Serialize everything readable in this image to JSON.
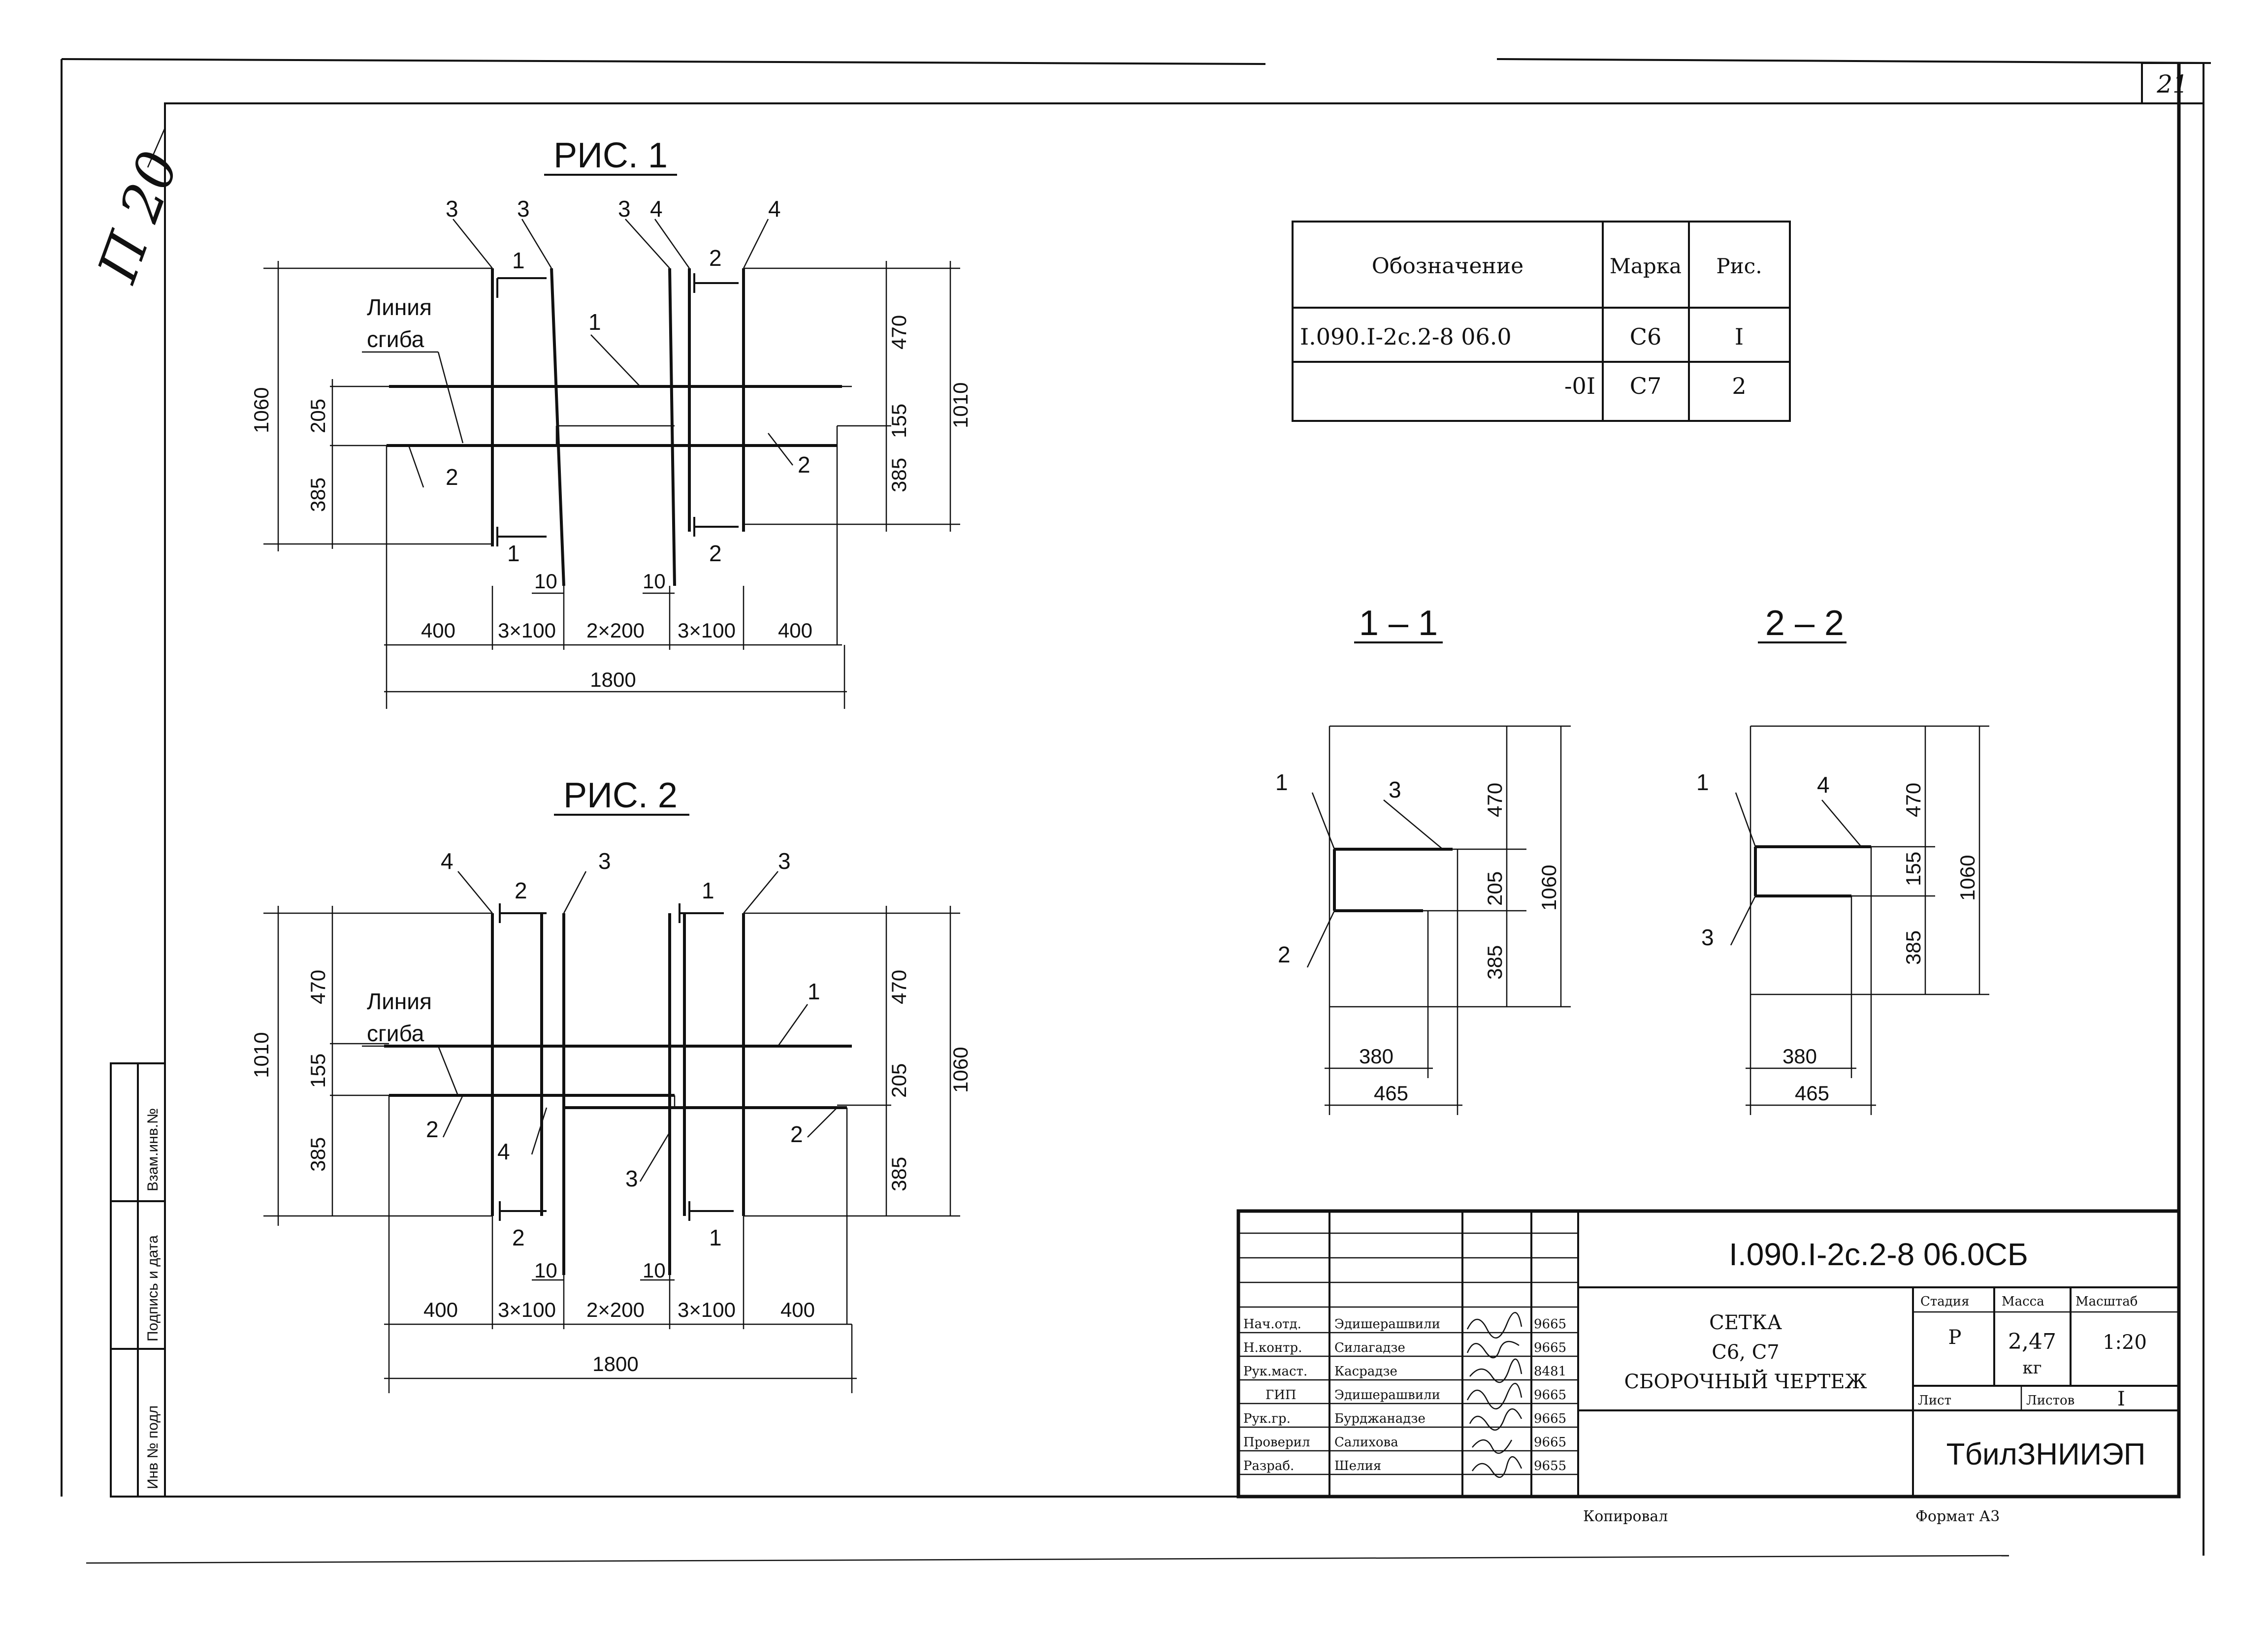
{
  "sheet": {
    "page_number": "21",
    "side_note": "П 20",
    "bottom_notes": {
      "copied": "Копировал",
      "format": "Формат А3"
    }
  },
  "fig1": {
    "title": "РИС. 1",
    "bend_line": [
      "Линия",
      "сгиба"
    ],
    "left_dims": [
      "1060",
      "205",
      "385"
    ],
    "right_dims": [
      "470",
      "155",
      "385",
      "1010"
    ],
    "bottom_dims": [
      "400",
      "3×100",
      "2×200",
      "3×100",
      "400"
    ],
    "total": "1800",
    "small_dims": [
      "10",
      "10"
    ],
    "leaders": [
      "3",
      "3",
      "3",
      "4",
      "4",
      "1",
      "2",
      "2"
    ],
    "section_marks": [
      "1",
      "1",
      "2",
      "2"
    ]
  },
  "fig2": {
    "title": "РИС. 2",
    "bend_line": [
      "Линия",
      "сгиба"
    ],
    "left_dims": [
      "1010",
      "470",
      "155",
      "385"
    ],
    "right_dims": [
      "470",
      "1060",
      "205",
      "385"
    ],
    "bottom_dims": [
      "400",
      "3×100",
      "2×200",
      "3×100",
      "400"
    ],
    "total": "1800",
    "small_dims": [
      "10",
      "10"
    ],
    "leaders": [
      "4",
      "3",
      "3",
      "1",
      "2",
      "4",
      "3",
      "2"
    ],
    "section_marks": [
      "2",
      "1",
      "2",
      "1"
    ]
  },
  "spec_table": {
    "headers": [
      "Обозначение",
      "Марка",
      "Рис."
    ],
    "rows": [
      [
        "I.090.I-2c.2-8 06.0",
        "С6",
        "I"
      ],
      [
        "-0I",
        "С7",
        "2"
      ]
    ]
  },
  "section1": {
    "title": "1 – 1",
    "labels": [
      "1",
      "3",
      "2"
    ],
    "right_dims": [
      "470",
      "205",
      "385",
      "1060"
    ],
    "bottom_dims": [
      "380",
      "465"
    ]
  },
  "section2": {
    "title": "2 – 2",
    "labels": [
      "1",
      "4",
      "3"
    ],
    "right_dims": [
      "470",
      "155",
      "385",
      "1060"
    ],
    "bottom_dims": [
      "380",
      "465"
    ]
  },
  "title_block": {
    "code": "I.090.I-2c.2-8    06.0СБ",
    "name_lines": [
      "СЕТКА",
      "С6, С7",
      "СБОРОЧНЫЙ ЧЕРТЕЖ"
    ],
    "stage_label": "Стадия",
    "mass_label": "Масса",
    "scale_label": "Масштаб",
    "stage": "Р",
    "mass": "2,47",
    "mass_unit": "кг",
    "scale": "1:20",
    "sheet_label": "Лист",
    "sheets_label": "Листов",
    "sheets": "I",
    "org": "ТбилЗНИИЭП",
    "staff": [
      {
        "role": "Нач.отд.",
        "name": "Эдишерашвили",
        "date": "9665"
      },
      {
        "role": "Н.контр.",
        "name": "Силагадзе",
        "date": "9665"
      },
      {
        "role": "Рук.маст.",
        "name": "Касрадзе",
        "date": "8481"
      },
      {
        "role": "ГИП",
        "name": "Эдишерашвили",
        "date": "9665"
      },
      {
        "role": "Рук.гр.",
        "name": "Бурджанадзе",
        "date": "9665"
      },
      {
        "role": "Проверил",
        "name": "Салихова",
        "date": "9665"
      },
      {
        "role": "Разраб.",
        "name": "Шелия",
        "date": "9655"
      }
    ]
  },
  "side_stamp": [
    "Взам.инв.№",
    "Подпись и дата",
    "Инв № подл"
  ]
}
